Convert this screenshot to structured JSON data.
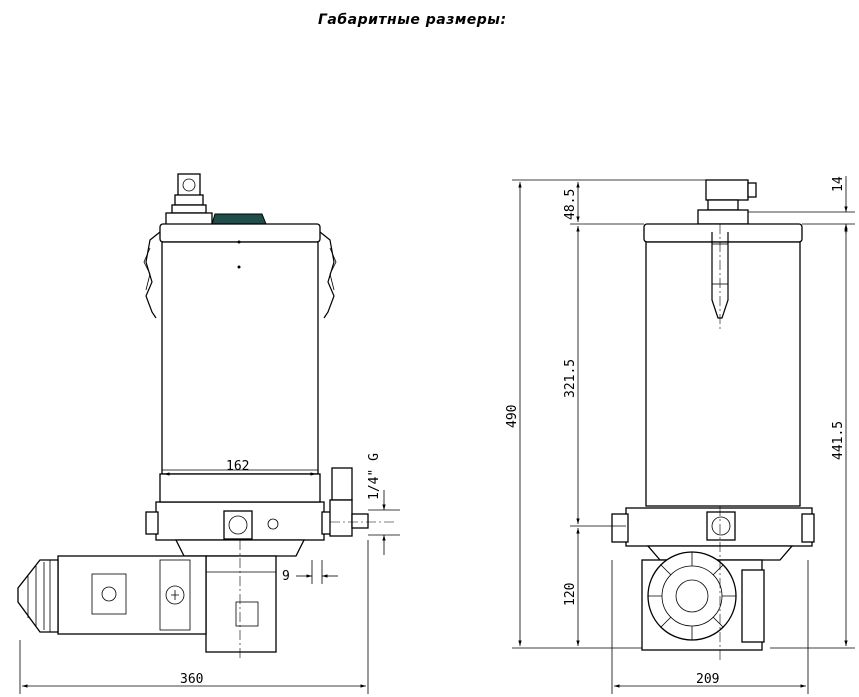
{
  "title": "Габаритные размеры:",
  "dimensions": {
    "left_view": {
      "tank_width": "162",
      "thread": "1/4\" G",
      "offset": "9",
      "overall_width": "360"
    },
    "right_view": {
      "top_height": "48.5",
      "top_offset": "14",
      "total_height": "490",
      "tank_height": "321.5",
      "tank_full_height": "441.5",
      "base_height": "120",
      "base_width": "209"
    }
  },
  "colors": {
    "line": "#000000",
    "lid_handle": "#1f4d4a",
    "background": "#ffffff"
  }
}
